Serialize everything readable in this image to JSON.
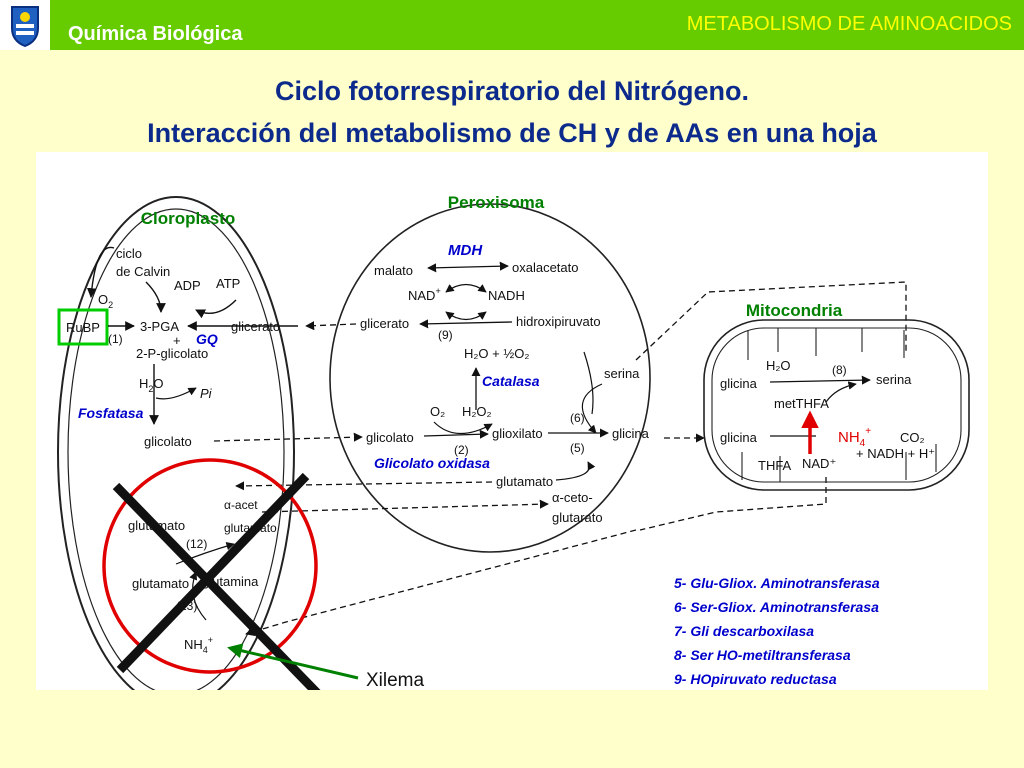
{
  "header": {
    "course": "Química Biológica",
    "topic": "METABOLISMO DE AMINOACIDOS",
    "logo": "university-shield-icon"
  },
  "title": {
    "line1": "Ciclo fotorrespiratorio del Nitrógeno.",
    "line2": "Interacción del metabolismo de CH y de AAs en una hoja"
  },
  "colors": {
    "topbar": "#66cc00",
    "background": "#ffffcc",
    "title": "#0b2a8c",
    "organelle_label": "#008000",
    "enzyme": "#0000cc",
    "highlight_arrow": "#e00000",
    "cross_circle": "#e00000",
    "rubp_box": "#00cc00"
  },
  "organelles": {
    "chloroplast": "Cloroplasto",
    "peroxisome": "Peroxisoma",
    "mitochondria": "Mitocondria"
  },
  "enzymes": {
    "mdh": "MDH",
    "catalase": "Catalasa",
    "glycolate_oxidase": "Glicolato oxidasa",
    "gq": "GQ",
    "phosphatase": "Fosfatasa"
  },
  "chloroplast": {
    "cycle_line1": "ciclo",
    "cycle_line2": "de Calvin",
    "o2": "O",
    "o2_sub": "2",
    "rubp": "RuBP",
    "step1": "(1)",
    "pga": "3-PGA",
    "adp": "ADP",
    "atp": "ATP",
    "plus": "+",
    "glicerato": "glicerato",
    "pglicolato": "2-P-glicolato",
    "h2o_h": "H",
    "h2o_sub": "2",
    "h2o_o": "O",
    "pi": "Pi",
    "glicolato": "glicolato",
    "glutamato": "glutamato",
    "acet": "α-acet",
    "glutamato2": "glutamato",
    "step12": "(12)",
    "glutamato3": "glutamato",
    "glutamina": "glutamina",
    "step13": "(13)",
    "nh4": "NH",
    "nh4_sub": "4",
    "nh4_sup": "+"
  },
  "peroxisome": {
    "malato": "malato",
    "oxalacetato": "oxalacetato",
    "nad": "NAD",
    "nad_sup": "+",
    "nadh": "NADH",
    "glicerato": "glicerato",
    "step9": "(9)",
    "hidroxipiruvato": "hidroxipiruvato",
    "h2o_half": "H₂O + ½O₂",
    "serina": "serina",
    "o2": "O₂",
    "h2o2": "H₂O₂",
    "glicolato": "glicolato",
    "glioxilato": "glioxilato",
    "step2": "(2)",
    "step6": "(6)",
    "step5": "(5)",
    "glicina": "glicina",
    "glutamato": "glutamato",
    "acg": "α-ceto-",
    "glutarato": "glutarato"
  },
  "mitochondria": {
    "h2o": "H₂O",
    "step8": "(8)",
    "glicina1": "glicina",
    "serina": "serina",
    "methfa": "metTHFA",
    "glicina2": "glicina",
    "nh4": "NH",
    "nh4_sub": "4",
    "nh4_sup": "+",
    "co2": "CO₂",
    "thfa": "THFA",
    "nad": "NAD⁺",
    "nadh": "+ NADH + H⁺"
  },
  "xilema": "Xilema",
  "legend": [
    "5- Glu-Gliox. Aminotransferasa",
    "6- Ser-Gliox. Aminotransferasa",
    "7- Gli descarboxilasa",
    "8- Ser HO-metiltransferasa",
    "9- HOpiruvato reductasa"
  ]
}
